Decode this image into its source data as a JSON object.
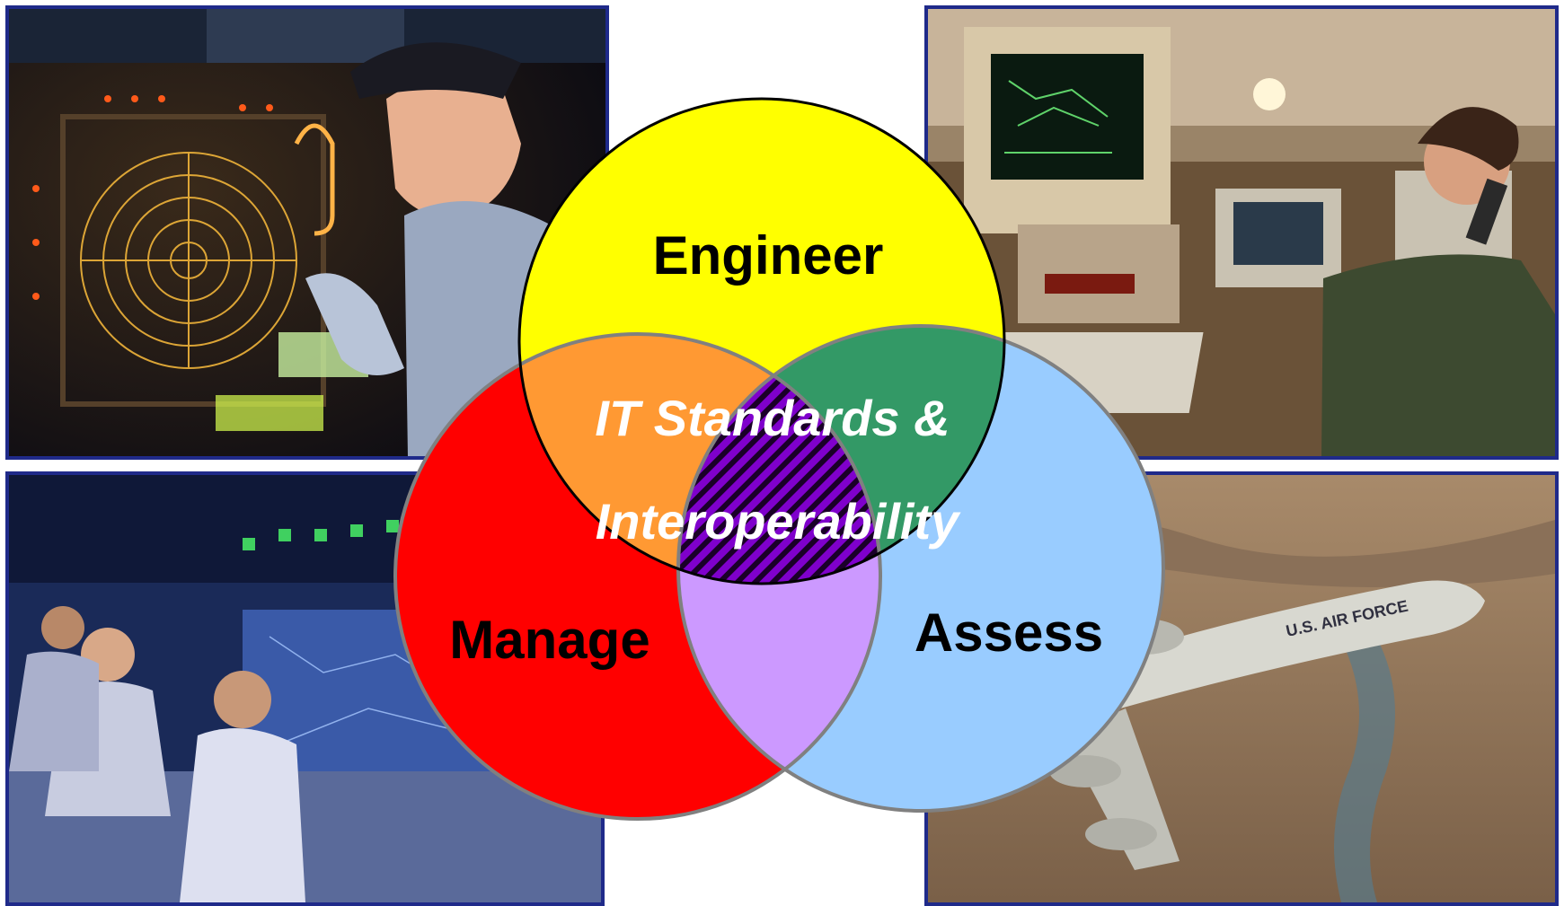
{
  "diagram": {
    "circles": [
      {
        "label": "Engineer",
        "color": "#ffff00"
      },
      {
        "label": "Manage",
        "color": "#ff0000"
      },
      {
        "label": "Assess",
        "color": "#99ccff"
      }
    ],
    "overlaps": {
      "engineer_manage": "#ff9933",
      "engineer_assess": "#339966",
      "manage_assess": "#cc99ff",
      "center": "#7f00cc"
    },
    "center_text": {
      "line1": "IT Standards &",
      "line2": "Interoperability"
    }
  },
  "photos": {
    "top_left": {
      "subject": "radar operator at console"
    },
    "top_right": {
      "subject": "operator on phone at workstation"
    },
    "bottom_left": {
      "subject": "operators in command center"
    },
    "bottom_right": {
      "subject": "aircraft in flight",
      "marking": "U.S. AIR FORCE"
    }
  }
}
